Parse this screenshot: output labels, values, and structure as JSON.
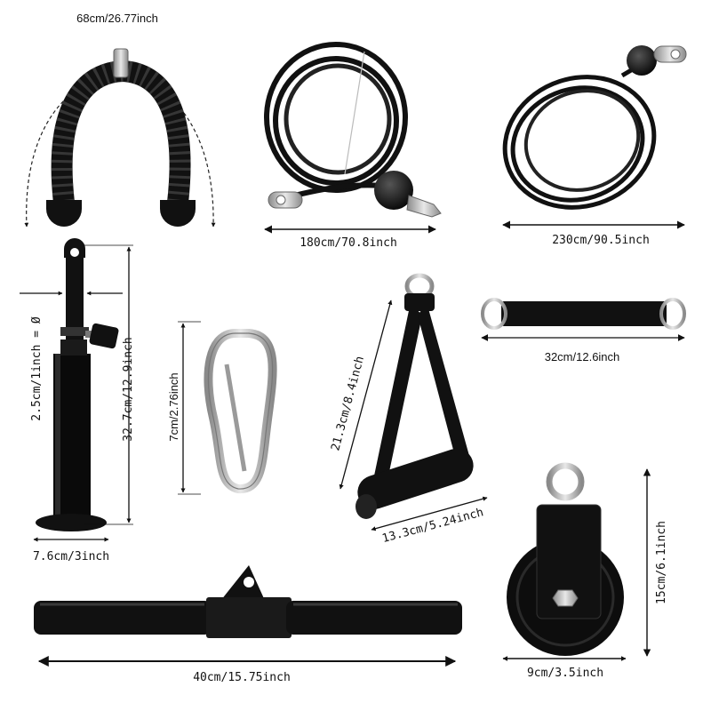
{
  "items": [
    {
      "id": "tricep-rope",
      "label": "68cm/26.77inch"
    },
    {
      "id": "cable-180",
      "label": "180cm/70.8inch"
    },
    {
      "id": "cable-230",
      "label": "230cm/90.5inch"
    },
    {
      "id": "loading-pin-diameter",
      "label": "2.5cm/1inch = Ø"
    },
    {
      "id": "loading-pin-height",
      "label": "32.7cm/12.9inch"
    },
    {
      "id": "loading-pin-base",
      "label": "7.6cm/3inch"
    },
    {
      "id": "carabiner",
      "label": "7cm/2.76inch"
    },
    {
      "id": "handle-height",
      "label": "21.3cm/8.4inch"
    },
    {
      "id": "handle-width",
      "label": "13.3cm/5.24inch"
    },
    {
      "id": "ankle-strap",
      "label": "32cm/12.6inch"
    },
    {
      "id": "bar",
      "label": "40cm/15.75inch"
    },
    {
      "id": "pulley-height",
      "label": "15cm/6.1inch"
    },
    {
      "id": "pulley-width",
      "label": "9cm/3.5inch"
    }
  ]
}
